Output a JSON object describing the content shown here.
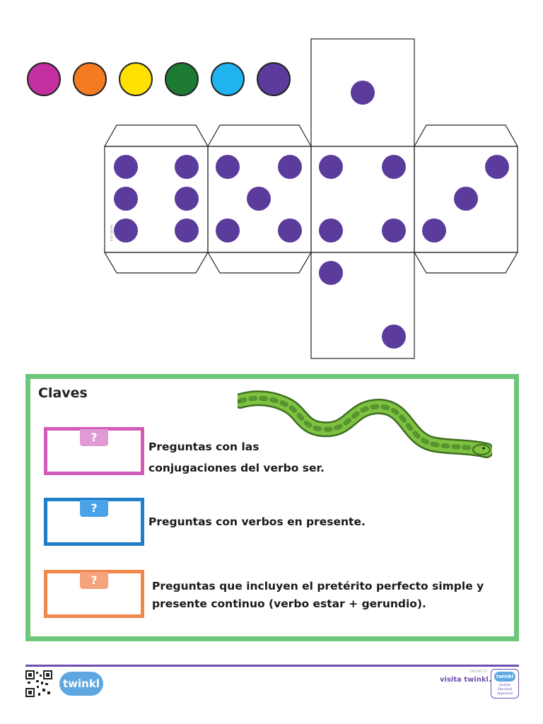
{
  "colors": {
    "swatches": [
      "#c42f9f",
      "#f47b20",
      "#ffe000",
      "#1c7a33",
      "#1fb4ef",
      "#5b3b9b"
    ],
    "dot": "#5b3b9b",
    "panel_border": "#6cc77a",
    "pink": "#d25cb8",
    "blue": "#1f7ec7",
    "orange": "#f0874b",
    "snake_body": "#7fc241",
    "snake_dark": "#4c8a2a"
  },
  "keys": {
    "title": "Claves",
    "items": [
      {
        "tab": "?",
        "text_line1": "Preguntas con las",
        "text_line2": "conjugaciones del verbo ser."
      },
      {
        "tab": "?",
        "text_line1": "Preguntas con verbos en presente.",
        "text_line2": ""
      },
      {
        "tab": "?",
        "text_line1": "Preguntas que incluyen el pretérito perfecto simple y",
        "text_line2": "presente continuo (verbo estar + gerundio)."
      }
    ]
  },
  "footer": {
    "logo": "twinkl",
    "visit": "visita twinkl.cl",
    "credit": "twinkl.cl",
    "badge_logo": "twinkl",
    "badge_text": "Quality Standard Approved",
    "side_credit": "twinkl.com"
  }
}
